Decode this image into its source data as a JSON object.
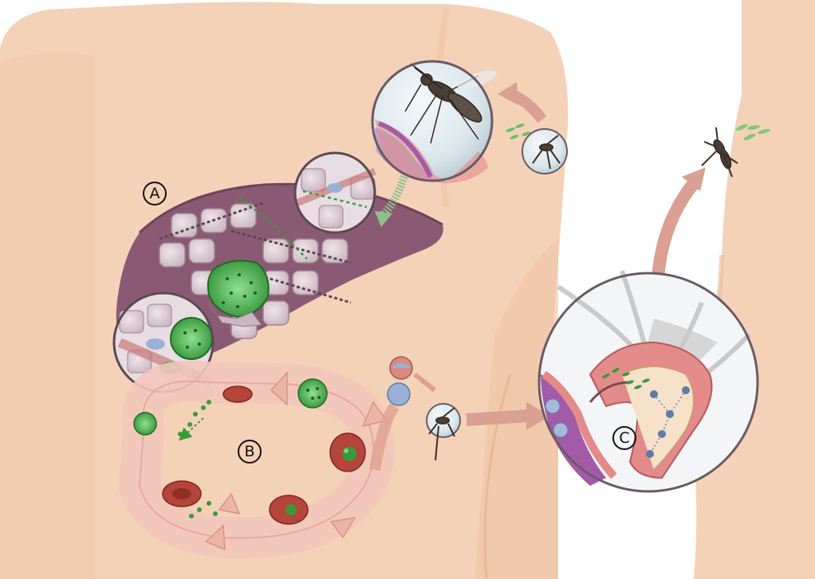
{
  "markers": {
    "a": "A",
    "b": "B",
    "c": "C"
  },
  "colors": {
    "skin": "#f4d2b8",
    "skin_shadow": "#e9bfa1",
    "liver": "#8a5a74",
    "liver_dark": "#6e4459",
    "cell": "#d9c9cf",
    "parasite_green": "#3a9a3a",
    "parasite_light": "#7fd07f",
    "arrow": "#d9a093",
    "arrow_light": "#f2c6bb",
    "rbc": "#b5443a",
    "lens_bg": "#dfe9ee",
    "tissue_pink": "#e38b8b",
    "tissue_purple": "#a35ba8",
    "mosquito": "#4a3f36"
  },
  "icons": [
    "mosquito-icon",
    "liver-icon",
    "red-blood-cell-icon",
    "parasite-icon",
    "magnifier-lens-icon"
  ]
}
